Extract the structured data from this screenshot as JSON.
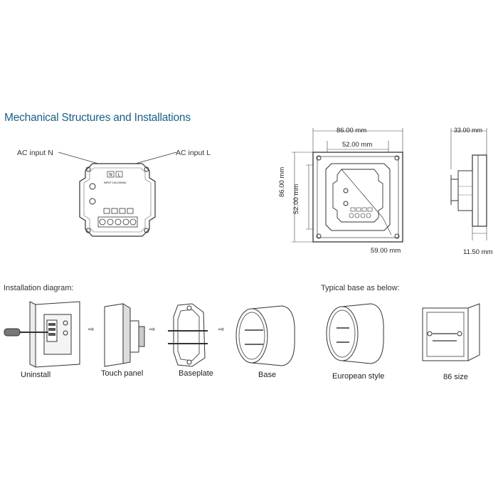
{
  "title": "Mechanical Structures and Installations",
  "top": {
    "ac_input_n": "AC input N",
    "ac_input_l": "AC input  L",
    "input_text": "INPUT 100-240VAC",
    "terminal_n": "N",
    "terminal_l": "L"
  },
  "dimensions": {
    "width_outer": "86.00 mm",
    "width_inner": "52.00 mm",
    "height_outer": "86.00 mm",
    "height_inner": "52.00 mm",
    "diagonal": "59.00 mm",
    "depth_total": "33.00 mm",
    "depth_panel": "11.50 mm"
  },
  "installation": {
    "heading": "Installation diagram:",
    "steps": [
      "Uninstall",
      "Touch panel",
      "Baseplate",
      "Base"
    ]
  },
  "typical": {
    "heading": "Typical base as below:",
    "items": [
      "European style",
      "86 size"
    ]
  }
}
